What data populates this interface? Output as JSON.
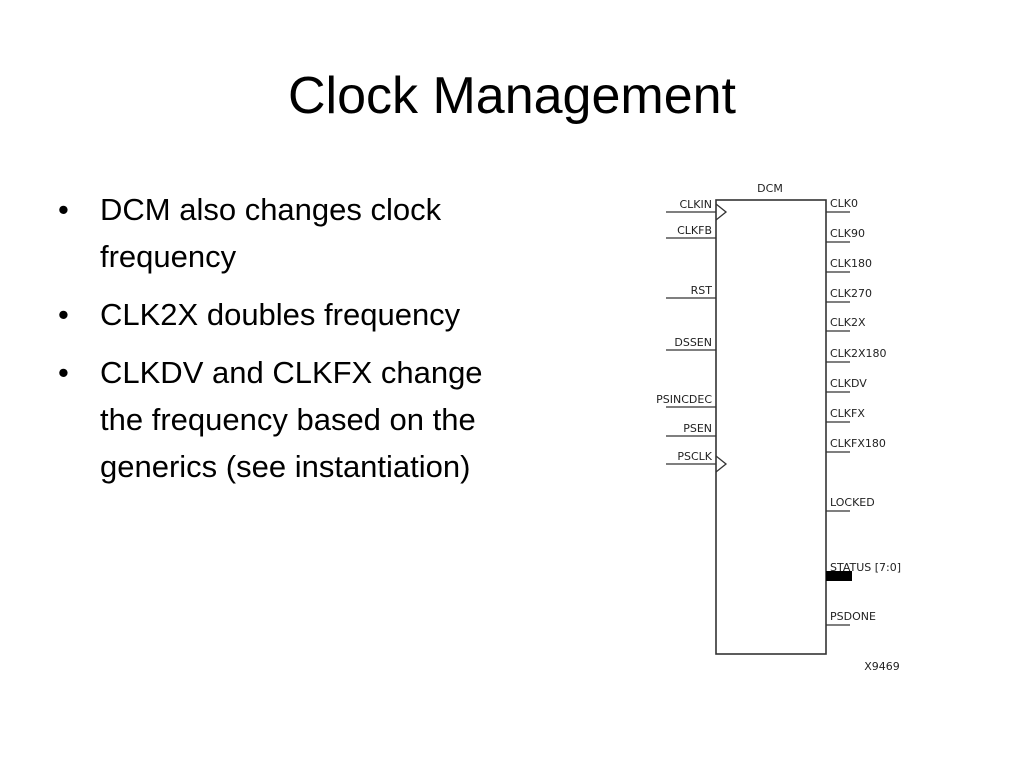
{
  "slide": {
    "title": "Clock Management",
    "bullets": [
      "DCM also changes clock frequency",
      "CLK2X doubles frequency",
      "CLKDV and CLKFX change the frequency based on the generics (see instantiation)"
    ]
  },
  "diagram": {
    "block_label": "DCM",
    "inputs": [
      {
        "label": "CLKIN",
        "clock_edge": true
      },
      {
        "label": "CLKFB",
        "clock_edge": false
      },
      {
        "label": "RST",
        "clock_edge": false
      },
      {
        "label": "DSSEN",
        "clock_edge": false
      },
      {
        "label": "PSINCDEC",
        "clock_edge": false
      },
      {
        "label": "PSEN",
        "clock_edge": false
      },
      {
        "label": "PSCLK",
        "clock_edge": true
      }
    ],
    "outputs": [
      {
        "label": "CLK0",
        "bus": false
      },
      {
        "label": "CLK90",
        "bus": false
      },
      {
        "label": "CLK180",
        "bus": false
      },
      {
        "label": "CLK270",
        "bus": false
      },
      {
        "label": "CLK2X",
        "bus": false
      },
      {
        "label": "CLK2X180",
        "bus": false
      },
      {
        "label": "CLKDV",
        "bus": false
      },
      {
        "label": "CLKFX",
        "bus": false
      },
      {
        "label": "CLKFX180",
        "bus": false
      },
      {
        "label": "LOCKED",
        "bus": false
      },
      {
        "label": "STATUS [7:0]",
        "bus": true
      },
      {
        "label": "PSDONE",
        "bus": false
      }
    ],
    "figure_id": "X9469"
  }
}
